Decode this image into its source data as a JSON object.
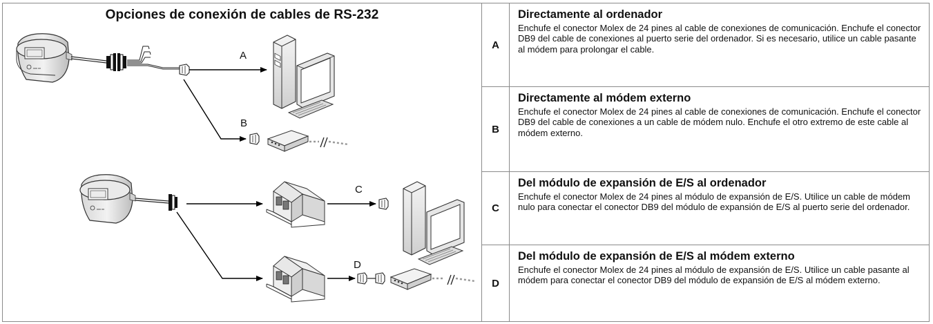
{
  "title": "Opciones de conexión de cables de RS-232",
  "labels": {
    "a": "A",
    "b": "B",
    "c": "C",
    "d": "D"
  },
  "rows": [
    {
      "letter": "A",
      "heading": "Directamente al ordenador",
      "description": "Enchufe el conector Molex de 24 pines al cable de conexiones de comunicación. Enchufe el conector DB9 del cable de conexiones al puerto serie del ordenador. Si es necesario, utilice un cable pasante al módem para prolongar el cable."
    },
    {
      "letter": "B",
      "heading": "Directamente al módem externo",
      "description": "Enchufe el conector Molex de 24 pines al cable de conexiones de comunicación. Enchufe el conector DB9 del cable de conexiones a un cable de módem nulo. Enchufe el otro extremo de este cable al módem externo."
    },
    {
      "letter": "C",
      "heading": "Del módulo de expansión de E/S al ordenador",
      "description": "Enchufe el conector Molex de 24 pines al módulo de expansión de E/S. Utilice un cable de módem nulo para conectar el conector DB9 del módulo de expansión de E/S al puerto serie del ordenador."
    },
    {
      "letter": "D",
      "heading": "Del módulo de expansión de E/S al módem externo",
      "description": "Enchufe el conector Molex de 24 pines al módulo de expansión de E/S. Utilice un cable pasante al módem para conectar el conector DB9 del módulo de expansión de E/S al módem externo."
    }
  ],
  "icons": [
    "meter-icon",
    "molex-connector-icon",
    "db9-connector-icon",
    "desktop-computer-icon",
    "external-modem-icon",
    "io-expansion-module-icon",
    "arrow-icon"
  ]
}
